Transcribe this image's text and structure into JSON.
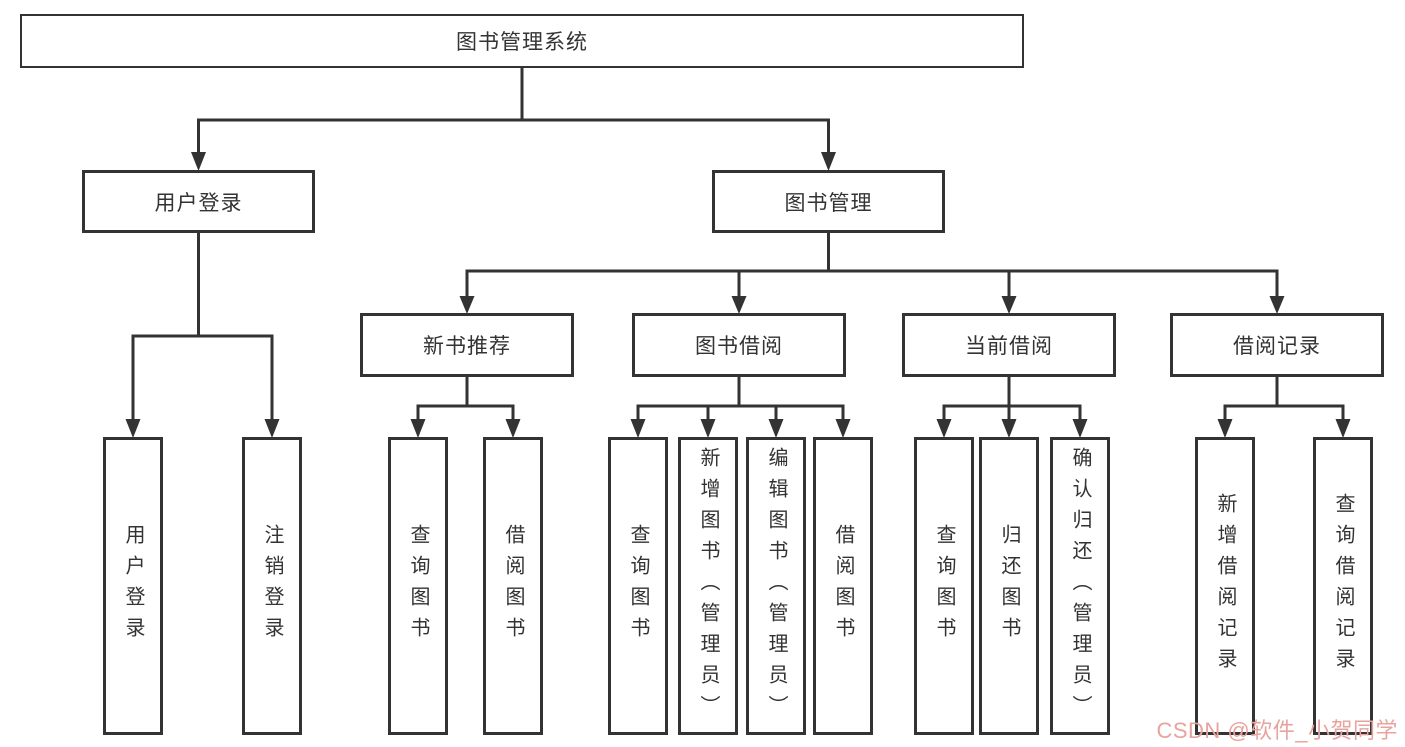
{
  "diagram": {
    "root_label": "图书管理系统",
    "branches": {
      "user_login": {
        "label": "用户登录",
        "leaves": [
          "用户登录",
          "注销登录"
        ]
      },
      "book_management": {
        "label": "图书管理",
        "sections": [
          {
            "label": "新书推荐",
            "leaves": [
              "查询图书",
              "借阅图书"
            ]
          },
          {
            "label": "图书借阅",
            "leaves": [
              "查询图书",
              "新增图书（管理员）",
              "编辑图书（管理员）",
              "借阅图书"
            ]
          },
          {
            "label": "当前借阅",
            "leaves": [
              "查询图书",
              "归还图书",
              "确认归还（管理员）"
            ]
          },
          {
            "label": "借阅记录",
            "leaves": [
              "新增借阅记录",
              "查询借阅记录"
            ]
          }
        ]
      }
    }
  },
  "watermark": {
    "text": "CSDN @软件_小贺同学",
    "color": "#e8a39e"
  },
  "colors": {
    "background": "#ffffff",
    "line": "#333333",
    "box_border": "#333333",
    "text": "#333333"
  }
}
